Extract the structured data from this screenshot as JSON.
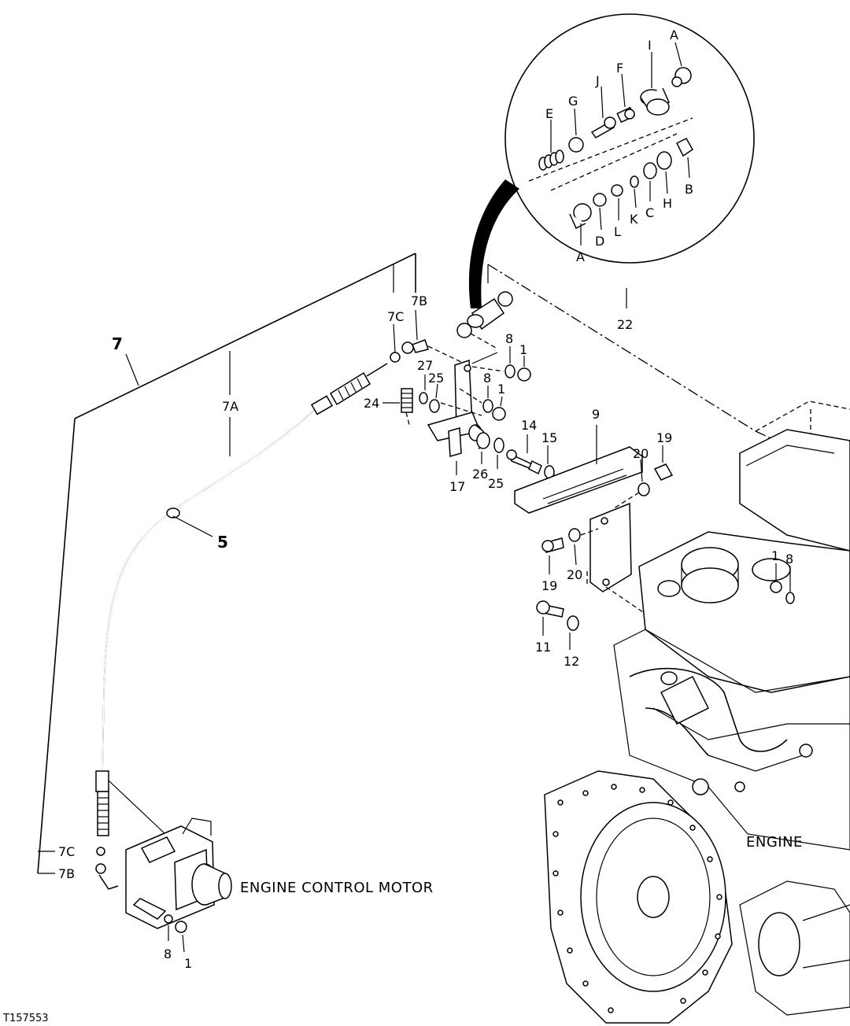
{
  "figure_id": "T157553",
  "captions": {
    "engine_control_motor": "ENGINE CONTROL MOTOR",
    "engine": "ENGINE"
  },
  "callouts": {
    "c7": "7",
    "c7A": "7A",
    "c7B_top": "7B",
    "c7C_top": "7C",
    "c7B_bottom": "7B",
    "c7C_bottom": "7C",
    "c5": "5",
    "c22": "22",
    "c8_a": "8",
    "c1_a": "1",
    "c27": "27",
    "c25_a": "25",
    "c8_b": "8",
    "c1_b": "1",
    "c24": "24",
    "c14": "14",
    "c15": "15",
    "c9": "9",
    "c19_a": "19",
    "c20_a": "20",
    "c17": "17",
    "c26": "26",
    "c25_b": "25",
    "c19_b": "19",
    "c20_b": "20",
    "c1_c": "1",
    "c8_c": "8",
    "c11": "11",
    "c12": "12",
    "c8_d": "8",
    "c1_d": "1"
  },
  "detail_callouts": {
    "A_top": "A",
    "I": "I",
    "F": "F",
    "J": "J",
    "G": "G",
    "E": "E",
    "B": "B",
    "H": "H",
    "C": "C",
    "K": "K",
    "L": "L",
    "D": "D",
    "A_bottom": "A"
  }
}
